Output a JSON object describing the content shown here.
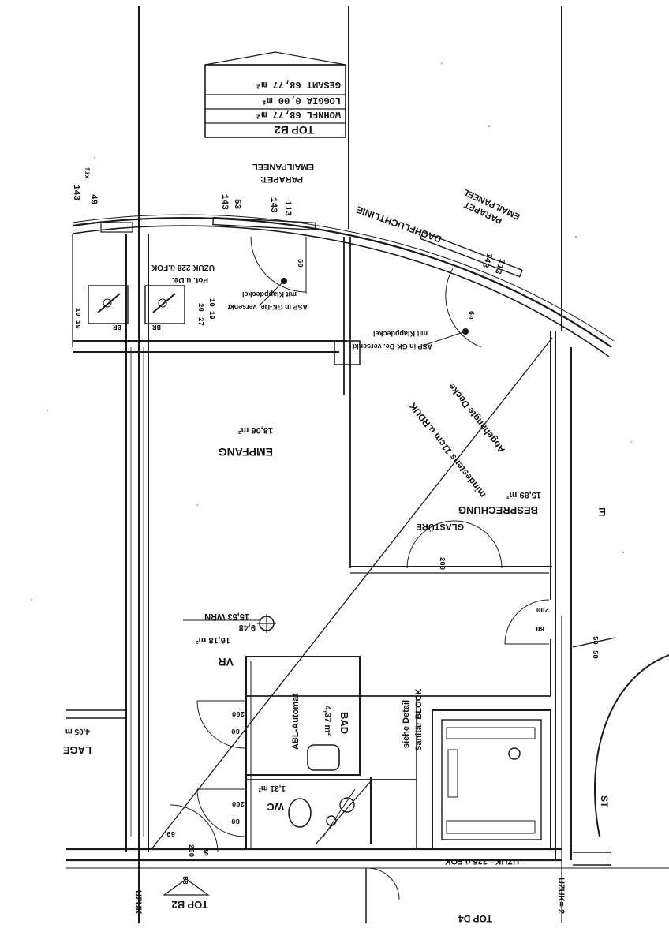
{
  "drawing": {
    "unit_label": "TOP B2",
    "area_table": {
      "header": "TOP B2",
      "wohnfl": "WOHNFL  68,77 m²",
      "loggia": "LOGGIA   0,00 m²",
      "gesamt": "GESAMT  68,77 m²"
    },
    "rooms": {
      "empfang": {
        "name": "EMPFANG",
        "area": "18,06 m²"
      },
      "besprechung": {
        "name": "BESPRECHUNG",
        "area": "15,89 m²"
      },
      "vr": {
        "name": "VR",
        "area": "16,18 m²",
        "perimeter": "9,48",
        "wrn": "15,53 WRN"
      },
      "bad": {
        "name": "BAD",
        "area": "4,37 m²"
      },
      "wc": {
        "name": "WC",
        "area": "1,31 m²"
      },
      "lage": {
        "name": "LAGE",
        "area": "4,05 m"
      }
    },
    "notes": {
      "parapet_1": "PARAPET:",
      "emailpaneel_1": "EMAILPANEEL",
      "parapet_2": "PARAPET",
      "emailpaneel_2": "EMAILPANEEL",
      "dachfluchtlinie": "DACHFLUCHTLINIE",
      "glastuere": "GLASTÜRE",
      "abgehaengte_decke": "Abgehängte Decke",
      "min_height": "mindestens 11cm u.RDUK",
      "asp_1": "ASP in GK-De. versenkt",
      "klapp_1": "mit Klappdeckel",
      "asp_2": "ASP in GK-De. versenkt",
      "klapp_2": "mit Klappdeckel",
      "abl_automat": "ABL-Automat",
      "siehe_detail": "siehe Detail",
      "sanitaer_block": "Sanitär BLOCK",
      "uzuk_225": "UZUK= 225 ü.FOK.",
      "uzuk_228": "UZUK 228 ü.FOK",
      "pot": "Pot. u.De.",
      "uzuk_left": "UZUK",
      "uzuk_right": "UZUK= 2",
      "top_d4": "TOP D4",
      "top_b2_bottom": "TOP B2",
      "edge_e": "E",
      "edge_st": "ST"
    },
    "dims": {
      "d143a": "143",
      "d49": "49",
      "fix": "fix",
      "d143b": "143",
      "d53": "53",
      "d143c": "143",
      "d113a": "113",
      "d143d": "143",
      "d113b": "113",
      "d60a": "60",
      "d60b": "60",
      "d10": "10",
      "d19": "19",
      "d20": "20",
      "d27": "27",
      "d10b": "10",
      "d19b": "19",
      "d200a": "200",
      "d200b": "200",
      "d200c": "200",
      "d200d": "200",
      "d200e": "200",
      "d80a": "80",
      "d80b": "80",
      "d80c": "80",
      "d80d": "80",
      "d69": "69",
      "d58": "58",
      "d50": "50",
      "d58b": "58",
      "bw1": "BR",
      "bw2": "BR"
    }
  }
}
